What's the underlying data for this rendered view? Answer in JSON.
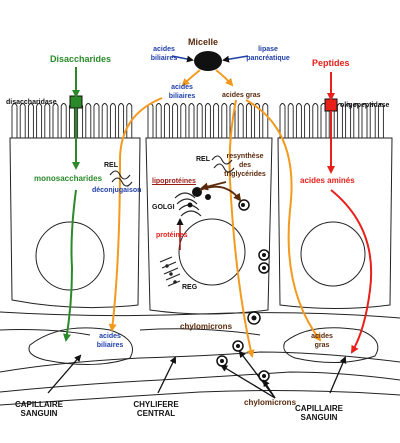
{
  "colors": {
    "green": "#2a8a2a",
    "red": "#e8201a",
    "orange": "#f39a1e",
    "blue": "#1f3fa8",
    "brown": "#5a2a0c",
    "dark_red": "#9a1a14",
    "black": "#111111"
  },
  "labels": {
    "micelle": "Micelle",
    "acides_biliaires_top": "acides\nbiliaires",
    "lipase": "lipase\npancréatique",
    "disaccharides": "Disaccharides",
    "peptides": "Peptides",
    "disaccharidase": "disaccharidase",
    "oligopeptidase": "oligopeptidase",
    "acides_biliaires_mid": "acides\nbiliaires",
    "acides_gras_top": "acides gras",
    "rel_left": "REL",
    "rel_mid": "REL",
    "resynthese": "resynthèse\ndes\ntriglycérides",
    "monosaccharides": "monosaccharides",
    "deconjugaison": "déconjugaison",
    "lipoproteines": "lipoprotéines",
    "acides_amines": "acides aminés",
    "golgi": "GOLGI",
    "proteines": "protéines",
    "reg": "REG",
    "chylomicrons_top": "chylomicrons",
    "acides_biliaires_bottom": "acides\nbiliaires",
    "acides_gras_bottom": "acides\ngras",
    "chylomicrons_bottom": "chylomicrons",
    "capillaire_left": "CAPILLAIRE\nSANGUIN",
    "chylifere": "CHYLIFERE\nCENTRAL",
    "capillaire_right": "CAPILLAIRE\nSANGUIN"
  }
}
